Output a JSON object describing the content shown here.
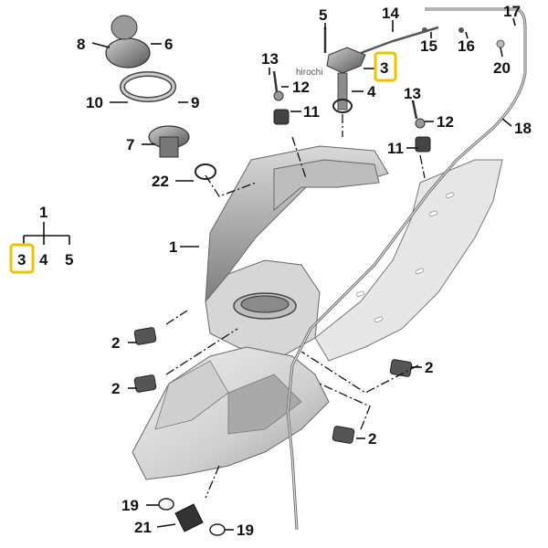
{
  "callouts": {
    "c1": "1",
    "c2a": "2",
    "c2b": "2",
    "c2c": "2",
    "c2d": "2",
    "c3": "3",
    "c4": "4",
    "c5": "5",
    "c6": "6",
    "c7": "7",
    "c8": "8",
    "c9": "9",
    "c10": "10",
    "c11a": "11",
    "c11b": "11",
    "c12a": "12",
    "c12b": "12",
    "c13a": "13",
    "c13b": "13",
    "c14": "14",
    "c15": "15",
    "c16": "16",
    "c17": "17",
    "c18": "18",
    "c19a": "19",
    "c19b": "19",
    "c20": "20",
    "c21": "21",
    "c22": "22"
  },
  "legend": {
    "parent": "1",
    "children": [
      "3",
      "4",
      "5"
    ],
    "highlighted": "3"
  },
  "watermark": "hirochi",
  "colors": {
    "highlight": "#f2c200",
    "tank_light": "#e9e9e9",
    "tank_mid": "#c8c8c8",
    "tank_dark": "#8f8f8f",
    "line": "#111111"
  }
}
